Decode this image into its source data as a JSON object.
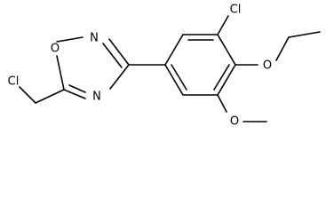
{
  "molecule": {
    "atoms": {
      "cl_top": "Cl",
      "cl_left": "Cl",
      "o_ring": "O",
      "n_top": "N",
      "n_bottom": "N",
      "o_ethoxy": "O",
      "o_methoxy": "O"
    }
  }
}
